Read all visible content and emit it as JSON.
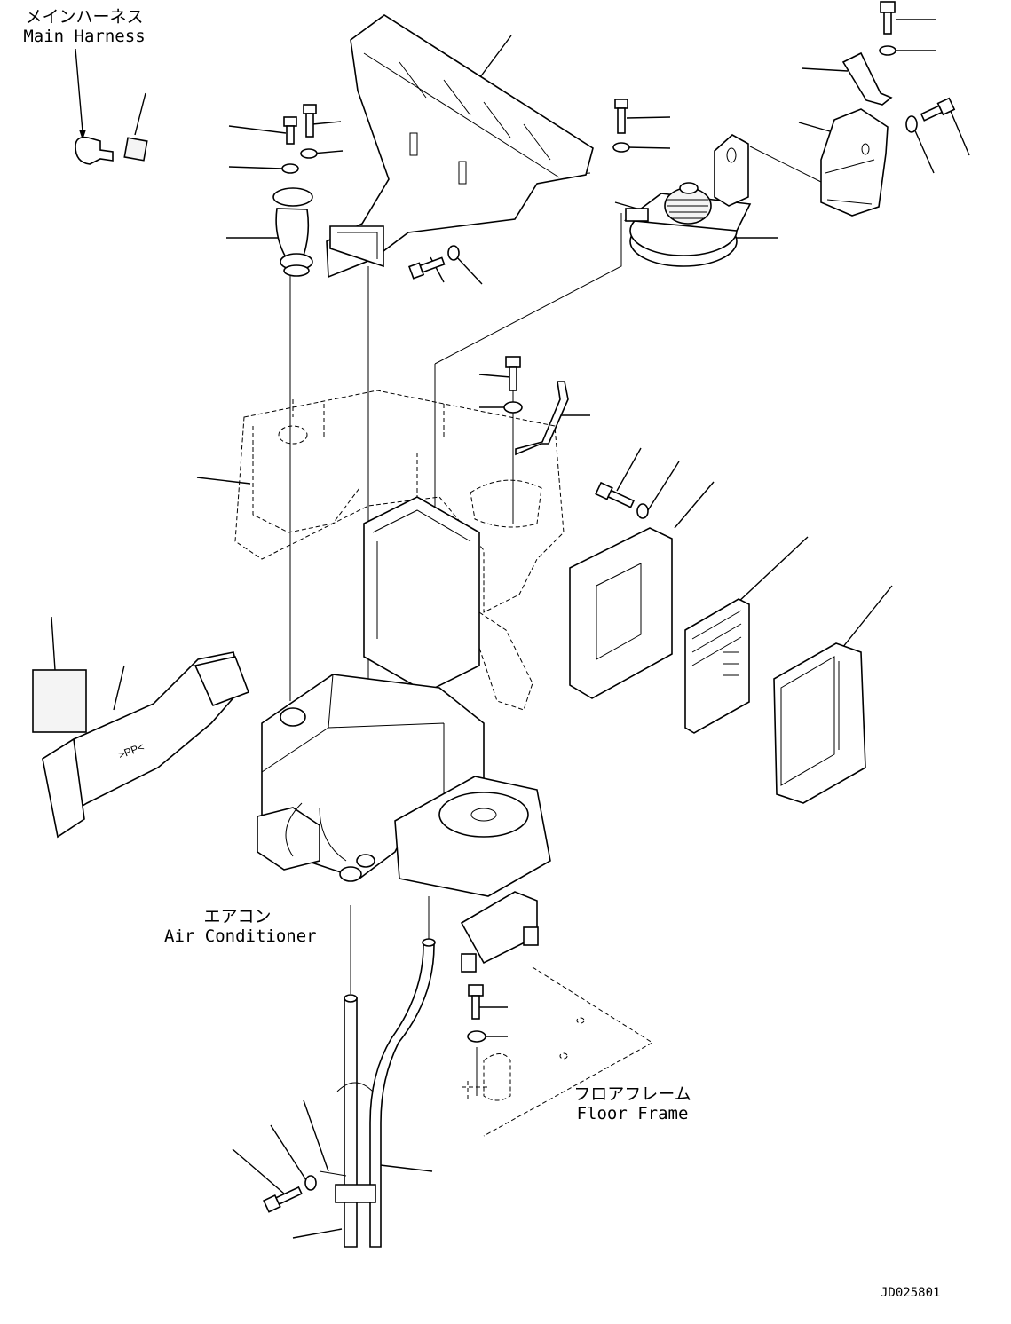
{
  "labels": {
    "main_harness_jp": "メインハーネス",
    "main_harness_en": "Main Harness",
    "air_conditioner_jp": "エアコン",
    "air_conditioner_en": "Air Conditioner",
    "floor_frame_jp": "フロアフレーム",
    "floor_frame_en": "Floor Frame",
    "drawing_number": "JD025801"
  }
}
